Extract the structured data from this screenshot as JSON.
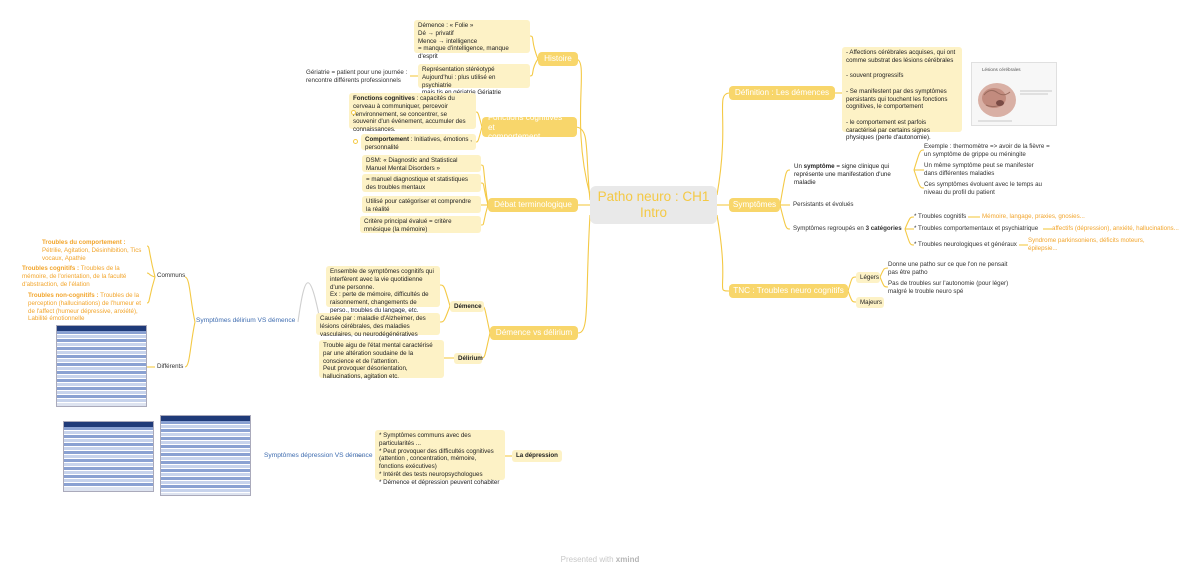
{
  "central": {
    "title": "Patho neuro : CH1\nIntro"
  },
  "branches": {
    "histoire": "Histoire",
    "fonctions": "Fonctions cognitives et\ncomportement",
    "debat": "Débat terminologique",
    "demence_delirium": "Démence vs délirium",
    "definition": "Définition : Les démences",
    "symptomes": "Symptômes",
    "tnc": "TNC : Troubles neuro cognitifs"
  },
  "histoire": {
    "etymo": "Démence : « Folie »\nDé → privatif\nMence → intelligence\n= manque d'intelligence, manque d'esprit",
    "repr": "Représentation stéréotypé\nAujourd'hui : plus utilisé en psychiatrie\nmais tjs en gériatrie Gériatrie",
    "geriatrie": "Gériatrie = patient pour une journée :\nrencontre différents professionnels"
  },
  "fonctions": {
    "fc_label": "Fonctions cognitives",
    "fc_text": " : capacités du cerveau à communiquer, percevoir l'environnement, se concentrer, se souvenir d'un événement, accumuler des connaissances.",
    "comp_label": "Comportement",
    "comp_text": " : Initiatives, émotions , personnalité"
  },
  "debat": {
    "dsm": "DSM: « Diagnostic and Statistical Manuel Mental Disorders »",
    "manuel": "= manuel diagnostique et statistiques des troubles mentaux",
    "utilise": "Utilisé pour catégoriser et comprendre la réalité",
    "critere": "Critère principal évalué = critère mnésique (la mémoire)"
  },
  "demence": {
    "label": "Démence",
    "text1": "Ensemble de symptômes cognitifs qui interfèrent avec la vie quotidienne d'une personne.\nEx : perte de mémoire, difficultés de raisonnement, changements de perso., troubles du langage, etc.",
    "text2": "Causée par : maladie d'Alzheimer, des lésions cérébrales, des maladies vasculaires, ou neurodégénératives"
  },
  "delirium": {
    "label": "Délirium",
    "text": "Trouble aigu de l'état mental caractérisé par une altération soudaine de la conscience et de l'attention.\nPeut provoquer désorientation, hallucinations, agitation etc."
  },
  "symptomes_delirium": {
    "label": "Symptômes délirium VS démence",
    "communs": "Communs",
    "differents": "Différents",
    "comp_title": "Troubles du comportement :",
    "comp_text": "Pétrilie, Agitation, Désinhibition, Tics vocaux, Apathie",
    "cog_title": "Troubles cognitifs :",
    "cog_text": "Troubles de la mémoire, de l'orientation, de la faculté d'abstraction, de l'élation",
    "noncog_title": "Troubles non-cognitifs :",
    "noncog_text": "Troubles de la perception (hallucinations) de l'humeur et de l'affect (humeur dépressive, anxiété), Labilité émotionnelle"
  },
  "depression": {
    "label": "Symptômes dépression VS démence",
    "bold_label": "La dépression",
    "text": "* Symptômes communs avec des particularités ...\n* Peut provoquer des difficultés cognitives (attention , concentration, mémoire, fonctions exécutives)\n* Intérêt des tests neuropsychologues\n* Démence et dépression peuvent cohabiter"
  },
  "definition": {
    "text": "- Affections cérébrales acquises, qui ont comme substrat des lésions cérébrales\n\n- souvent progressifs\n\n- Se manifestent par des symptômes persistants qui touchent les fonctions cognitives, le comportement\n\n- le comportement est parfois caractérisé par certains signes physiques (perte d'autonomie).",
    "image_caption": "Lésions cérébrales"
  },
  "symptome_def": {
    "pre": "Un ",
    "bold": "symptôme",
    "post": " = signe clinique qui représente une manifestation d'une maladie",
    "ex": "Exemple : thermomètre => avoir de la fièvre = un symptôme de grippe ou méningite",
    "meme": "Un même symptôme peut se manifester dans différentes maladies",
    "evoluent": "Ces symptômes évoluent avec le temps au niveau du profil du patient",
    "persistants": "Persistants et évolués",
    "categories_pre": "Symptômes regroupés en ",
    "categories_bold": "3 catégories",
    "cat1": "* Troubles cognitifs",
    "cat1_ex": "Mémoire, langage, praxies, gnosies...",
    "cat2": "* Troubles comportementaux et psychiatrique",
    "cat2_ex": "affectifs (dépression), anxiété, hallucinations...",
    "cat3": "* Troubles neurologiques et généraux",
    "cat3_ex": "Syndrome parkinsoniens,  déficits moteurs, épilepsie..."
  },
  "tnc": {
    "legers": "Légers",
    "legers_1": "Donne une patho sur ce que l'on ne pensait pas être patho",
    "legers_2": "Pas de troubles sur l'autonomie (pour léger) malgré le trouble neuro spé",
    "majeurs": "Majeurs"
  },
  "footer": {
    "pre": "Presented with ",
    "brand": "xmind"
  },
  "colors": {
    "line": "#f4c945",
    "branch": "#f8d66b",
    "box": "#fdf2c6",
    "orange": "#f2a52c",
    "blue": "#3e6cb0"
  }
}
